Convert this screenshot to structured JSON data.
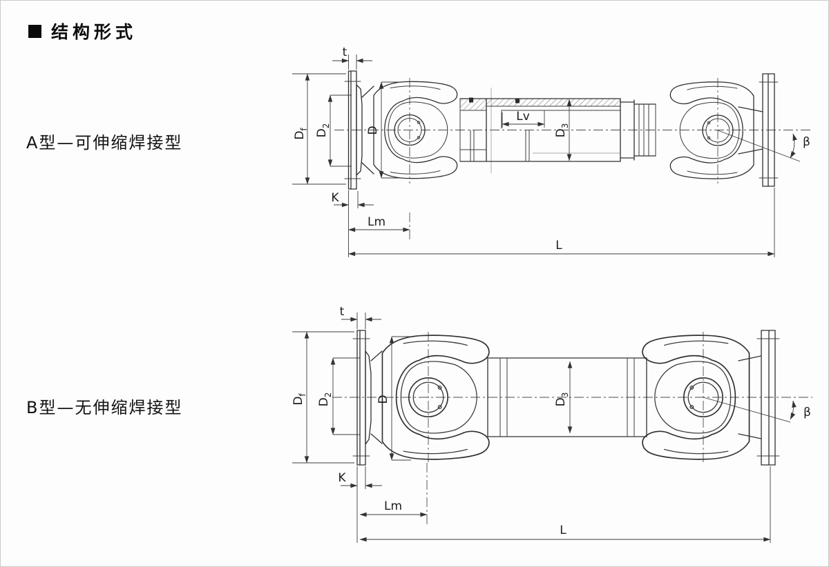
{
  "page": {
    "title": "结构形式",
    "bullet": "■",
    "background": "#fdfdfd",
    "border_color": "#c9c9c9",
    "line_color": "#2f2f2f",
    "text_color": "#121212"
  },
  "drawings": [
    {
      "id": "type-a",
      "label": "A型—可伸缩焊接型",
      "dims": {
        "t": "t",
        "Df": {
          "main": "D",
          "sub": "f"
        },
        "D2": {
          "main": "D",
          "sub": "2"
        },
        "D": "D",
        "Lv": "Lv",
        "D3": {
          "main": "D",
          "sub": "3"
        },
        "beta": "β",
        "K": "K",
        "Lm": "Lm",
        "L": "L"
      }
    },
    {
      "id": "type-b",
      "label": "B型—无伸缩焊接型",
      "dims": {
        "t": "t",
        "Df": {
          "main": "D",
          "sub": "f"
        },
        "D2": {
          "main": "D",
          "sub": "2"
        },
        "D": "D",
        "D3": {
          "main": "D",
          "sub": "3"
        },
        "beta": "β",
        "K": "K",
        "Lm": "Lm",
        "L": "L"
      }
    }
  ]
}
